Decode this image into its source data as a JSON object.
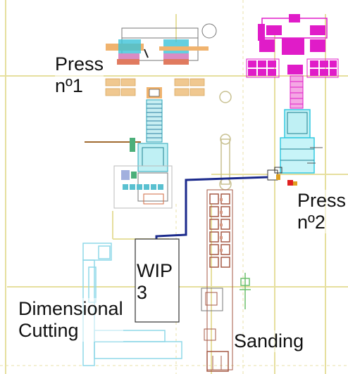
{
  "labels": {
    "press1": [
      "Press",
      "nº1"
    ],
    "press2": [
      "Press",
      "nº2"
    ],
    "wip": [
      "WIP",
      "3"
    ],
    "dimensional_cutting": [
      "Dimensional",
      "Cutting"
    ],
    "sanding": "Sanding"
  },
  "colors": {
    "background": "#ffffff",
    "wall": "#e6df9e",
    "press1_magenta": "#d98cc4",
    "press1_orange": "#f0b36e",
    "press1_cyan": "#3cc3d8",
    "press1_green": "#4caf7a",
    "press2_magenta": "#e01cc8",
    "press2_cyan": "#34c9e0",
    "conveyor_blue": "#1b2a8c",
    "sanding_brown": "#a65a46",
    "cutting_cyan": "#8fd8e8",
    "outline_gray": "#777777",
    "text": "#111111"
  }
}
